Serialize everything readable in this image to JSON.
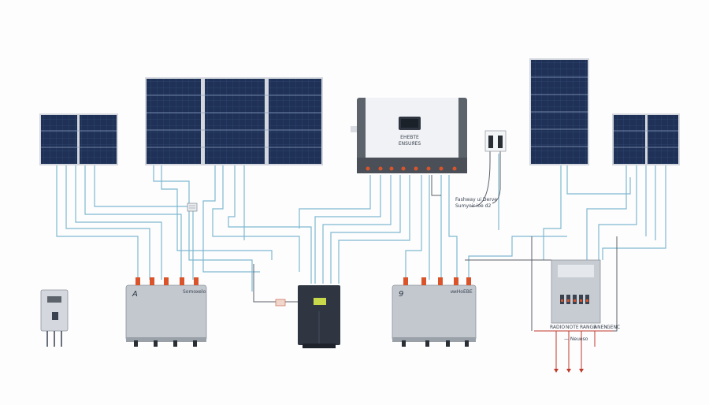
{
  "colors": {
    "background": "#fdfdfe",
    "panel_cell": "#1e2f55",
    "panel_frame": "#c9ced6",
    "wire_dc": "#7fb8d0",
    "wire_ac": "#5a6068",
    "wire_red": "#c0392b",
    "box_body": "#c3c8cf",
    "terminal_orange": "#d9542a"
  },
  "inverter": {
    "line1": "ЕНЕВТЕ",
    "line2": "ENSUЯES"
  },
  "combiner_left": {
    "mark": "A",
    "tag": "Somoxelo"
  },
  "combiner_right": {
    "mark": "9",
    "tag": "ииНоЕВЕ"
  },
  "annotation": {
    "line1": "Fashway ui Derve",
    "line2": "Sumyoir ioe d2"
  },
  "breaker_panel": {
    "labels": [
      "RADIO",
      "NOTE",
      "RANGE",
      "ANEN",
      "GENC"
    ],
    "footnote": "— Neueso"
  }
}
